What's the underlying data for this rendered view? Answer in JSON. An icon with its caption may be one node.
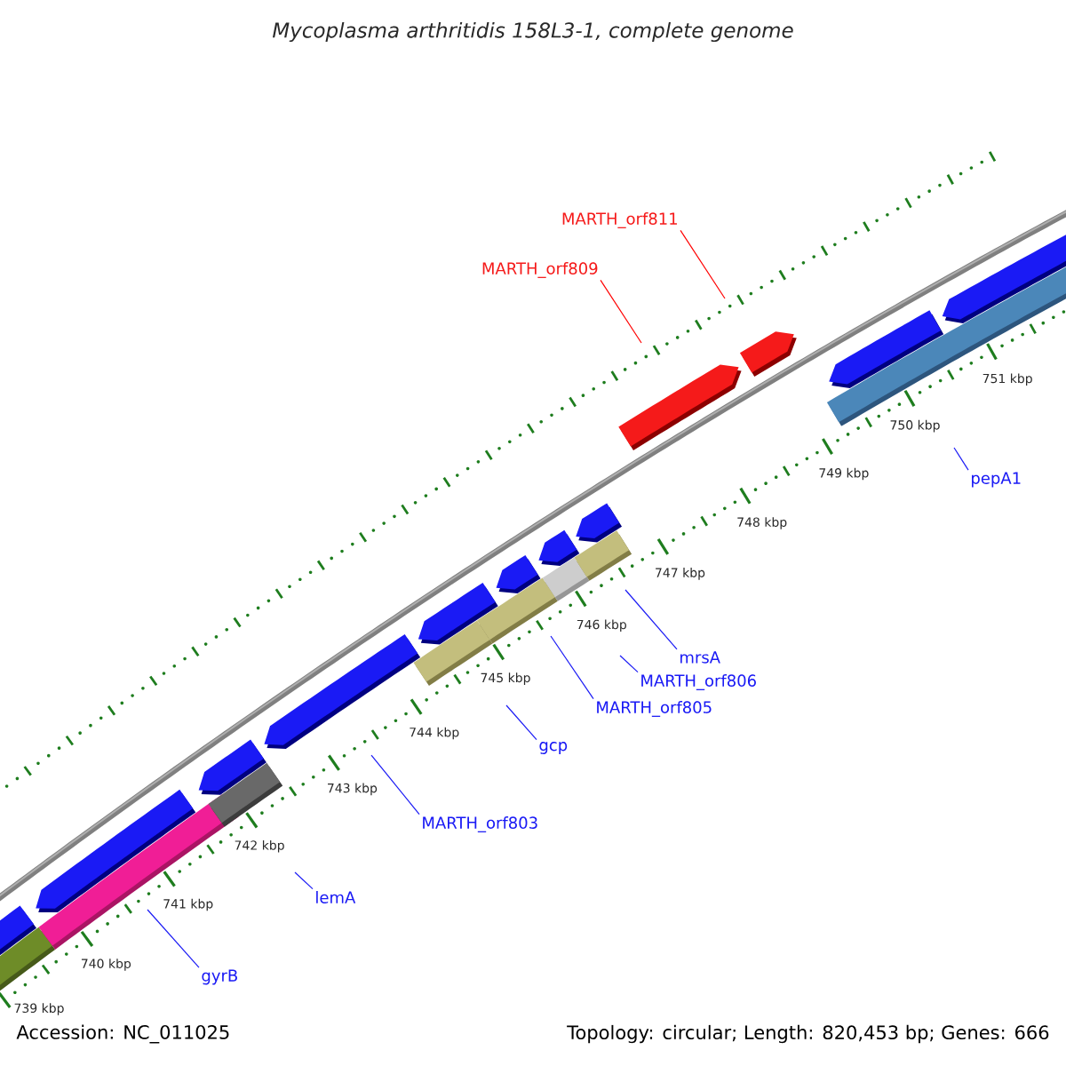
{
  "diagram": {
    "title": "Mycoplasma arthritidis 158L3-1, complete genome",
    "nodes": [
      {
        "text": [
          "MARTH_orf811"
        ]
      },
      {
        "text": [
          "MARTH_orf809"
        ]
      },
      {
        "text": [
          "pepA1"
        ]
      },
      {
        "text": [
          "mrsA"
        ]
      },
      {
        "text": [
          "MARTH_orf806"
        ]
      },
      {
        "text": [
          "MARTH_orf805"
        ]
      },
      {
        "text": [
          "gcp"
        ]
      },
      {
        "text": [
          "MARTH_orf803"
        ]
      },
      {
        "text": [
          "lemA"
        ]
      },
      {
        "text": [
          "gyrB"
        ]
      }
    ],
    "edges": [
      {
        "from": 0,
        "to": null,
        "arrow": "none",
        "color": "#ff0000"
      },
      {
        "from": 1,
        "to": null,
        "arrow": "none",
        "color": "#ff0000"
      },
      {
        "from": 2,
        "to": null,
        "arrow": "none"
      },
      {
        "from": 3,
        "to": null,
        "arrow": "none"
      },
      {
        "from": 4,
        "to": null,
        "arrow": "none"
      },
      {
        "from": 5,
        "to": null,
        "arrow": "none"
      },
      {
        "from": 6,
        "to": null,
        "arrow": "none"
      },
      {
        "from": 7,
        "to": null,
        "arrow": "none"
      },
      {
        "from": 8,
        "to": null,
        "arrow": "none"
      },
      {
        "from": 9,
        "to": null,
        "arrow": "none"
      }
    ],
    "labels": [
      "739 kbp",
      "740 kbp",
      "741 kbp",
      "742 kbp",
      "743 kbp",
      "744 kbp",
      "745 kbp",
      "746 kbp",
      "747 kbp",
      "748 kbp",
      "749 kbp",
      "750 kbp",
      "751 kbp",
      "Accession: NC_011025",
      "Topology: circular; Length: 820,453 bp; Genes: 666"
    ]
  }
}
